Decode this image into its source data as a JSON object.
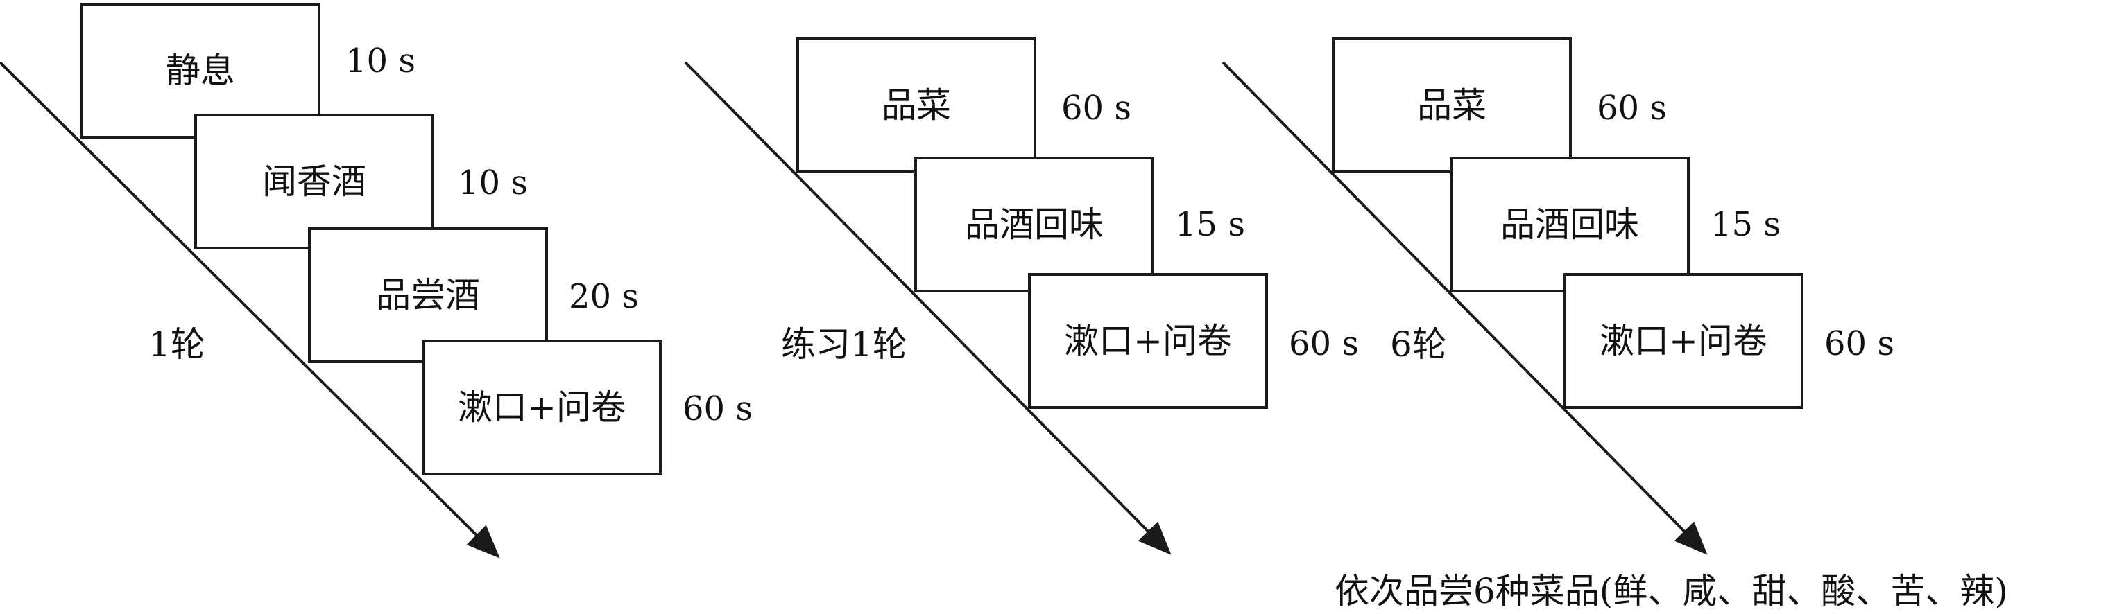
{
  "sequences": [
    {
      "round_label": "1轮",
      "steps": [
        {
          "label": "静息",
          "duration": "10 s"
        },
        {
          "label": "闻香酒",
          "duration": "10 s"
        },
        {
          "label": "品尝酒",
          "duration": "20 s"
        },
        {
          "label": "漱口+问卷",
          "duration": "60 s"
        }
      ]
    },
    {
      "round_label": "练习1轮",
      "steps": [
        {
          "label": "品菜",
          "duration": "60 s"
        },
        {
          "label": "品酒回味",
          "duration": "15 s"
        },
        {
          "label": "漱口+问卷",
          "duration": "60 s"
        }
      ]
    },
    {
      "round_label": "6轮",
      "steps": [
        {
          "label": "品菜",
          "duration": "60 s"
        },
        {
          "label": "品酒回味",
          "duration": "15 s"
        },
        {
          "label": "漱口+问卷",
          "duration": "60 s"
        }
      ]
    }
  ],
  "caption": "依次品尝6种菜品(鲜、咸、甜、酸、苦、辣)",
  "colors": {
    "line": "#1a1a1a",
    "box_border": "#1a1a1a",
    "text": "#111111",
    "background": "#ffffff"
  }
}
